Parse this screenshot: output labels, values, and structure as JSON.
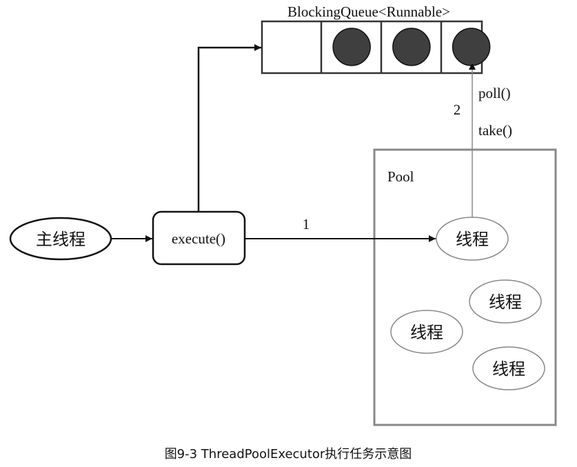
{
  "queue": {
    "title": "BlockingQueue<Runnable>",
    "slots": [
      {
        "filled": false
      },
      {
        "filled": true
      },
      {
        "filled": true
      },
      {
        "filled": true
      }
    ],
    "slot_fill_color": "#3f3f3f"
  },
  "main_thread": {
    "label": "主线程"
  },
  "execute": {
    "label": "execute()"
  },
  "pool": {
    "label": "Pool",
    "threads": [
      "线程",
      "线程",
      "线程",
      "线程"
    ],
    "border_color": "#888888"
  },
  "arrows": {
    "submit_label": "1",
    "fetch_label": "2",
    "poll_label": "poll()",
    "take_label": "take()"
  },
  "caption": "图9-3   ThreadPoolExecutor执行任务示意图"
}
